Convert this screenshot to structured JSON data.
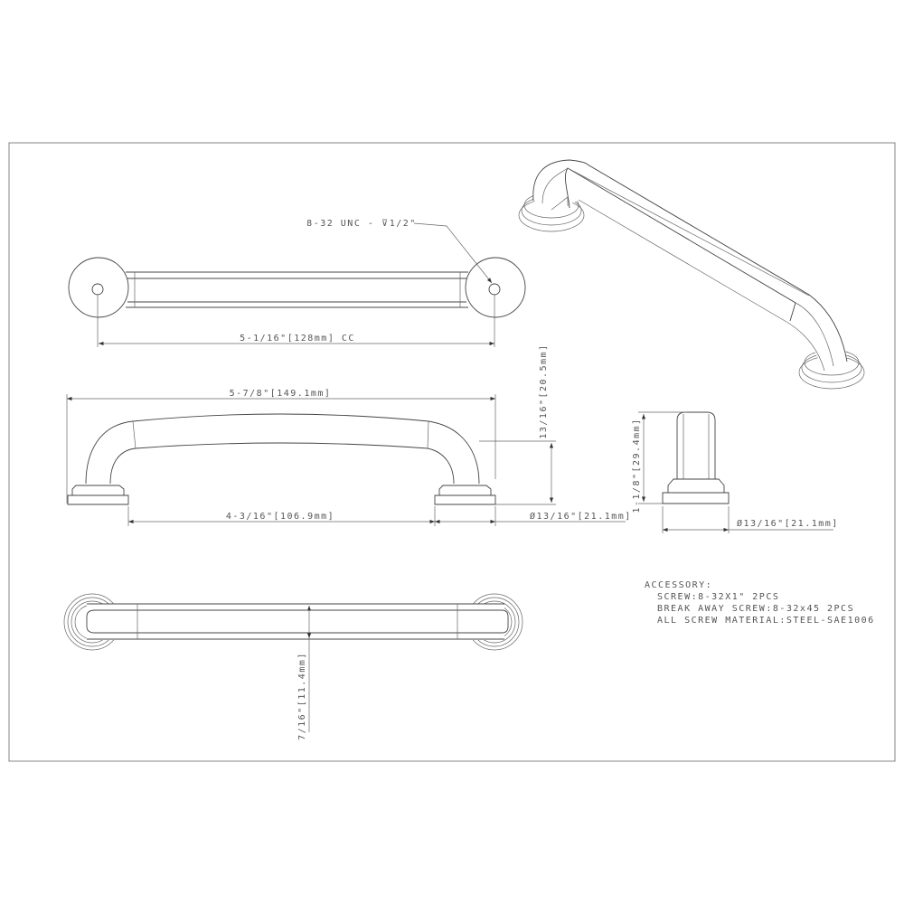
{
  "drawing": {
    "thread_callout": "8-32 UNC - ⊽1/2\"",
    "top_view": {
      "cc_dim": "5-1/16\"[128mm] CC"
    },
    "front_view": {
      "overall_length": "5-7/8\"[149.1mm]",
      "height": "13/16\"[20.5mm]",
      "inner_length": "4-3/16\"[106.9mm]",
      "base_diameter": "Ø13/16\"[21.1mm]"
    },
    "side_view": {
      "projection": "1-1/8\"[29.4mm]",
      "base_diameter": "Ø13/16\"[21.1mm]"
    },
    "bottom_view": {
      "width": "7/16\"[11.4mm]"
    },
    "accessory": {
      "title": "ACCESSORY:",
      "lines": [
        "SCREW:8-32X1\" 2PCS",
        "BREAK AWAY SCREW:8-32x45 2PCS",
        "ALL SCREW MATERIAL:STEEL-SAE1006"
      ]
    }
  }
}
